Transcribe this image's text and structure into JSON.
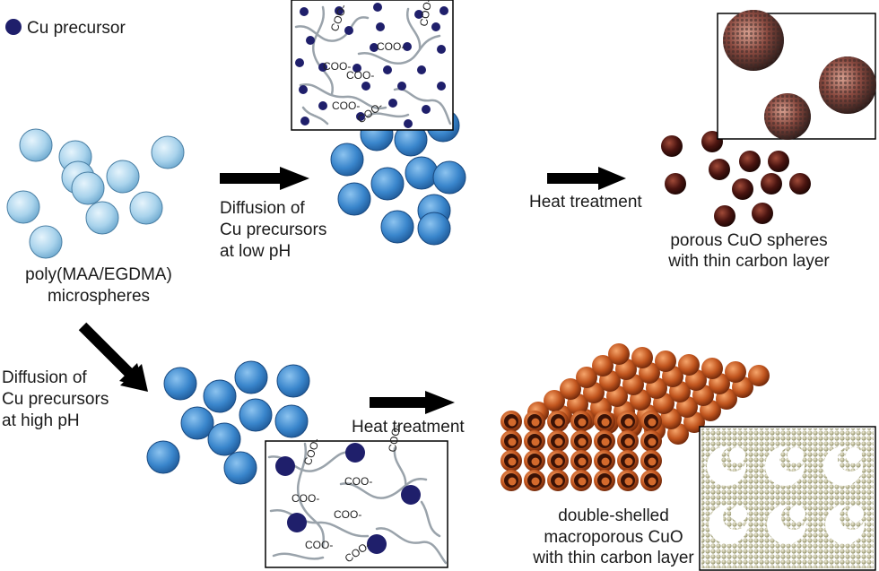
{
  "legend": {
    "label": "Cu precursor",
    "color": "#1f1f6b"
  },
  "start": {
    "line1": "poly(MAA/EGDMA)",
    "line2": "microspheres"
  },
  "top_path": {
    "step1": {
      "line1": "Diffusion of",
      "line2": "Cu precursors",
      "line3": "at low pH"
    },
    "step2": {
      "label": "Heat treatment"
    },
    "product": {
      "line1": "porous CuO spheres",
      "line2": "with thin carbon layer"
    }
  },
  "bottom_path": {
    "step1": {
      "line1": "Diffusion of",
      "line2": "Cu precursors",
      "line3": "at high pH"
    },
    "step2": {
      "label": "Heat treatment"
    },
    "product": {
      "line1": "double-shelled",
      "line2": "macroporous CuO",
      "line3": "with thin carbon layer"
    }
  },
  "carboxylate": "COO-",
  "colors": {
    "microsphere": "#a9d3ec",
    "loaded_sphere": "#3a86cc",
    "cuo_sphere": "#4a1410",
    "cuo_block": "#c2561f",
    "precursor": "#1f1f6b",
    "arrow": "#000000"
  }
}
